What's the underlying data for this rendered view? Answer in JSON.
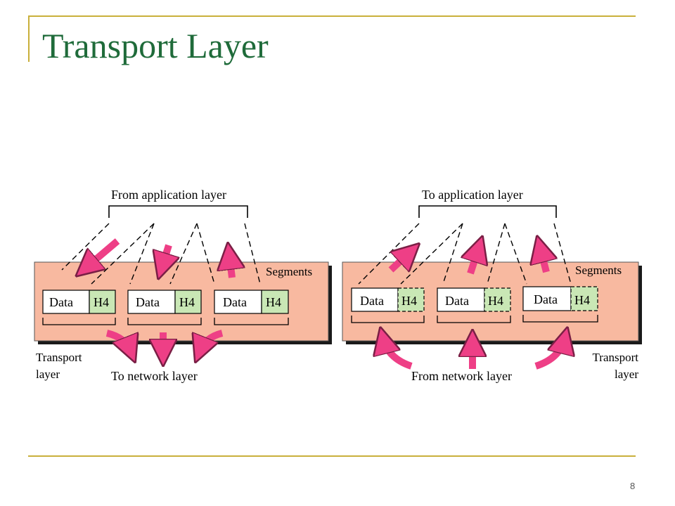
{
  "slide": {
    "title": "Transport Layer",
    "page_number": "8"
  },
  "colors": {
    "title": "#1f6b3a",
    "frame": "#c9b03b",
    "panel": "#f8b9a0",
    "header": "#c9e7b5",
    "arrow": "#ee3f86"
  },
  "sender": {
    "top_label": "From application layer",
    "panel_label": "Segments",
    "bottom_left_label": [
      "Transport",
      "layer"
    ],
    "bottom_label": "To network layer",
    "segments": [
      {
        "data": "Data",
        "header": "H4"
      },
      {
        "data": "Data",
        "header": "H4"
      },
      {
        "data": "Data",
        "header": "H4"
      }
    ]
  },
  "receiver": {
    "top_label": "To application layer",
    "panel_label": "Segments",
    "bottom_right_label": [
      "Transport",
      "layer"
    ],
    "bottom_label": "From network layer",
    "segments": [
      {
        "data": "Data",
        "header": "H4"
      },
      {
        "data": "Data",
        "header": "H4"
      },
      {
        "data": "Data",
        "header": "H4"
      }
    ]
  }
}
